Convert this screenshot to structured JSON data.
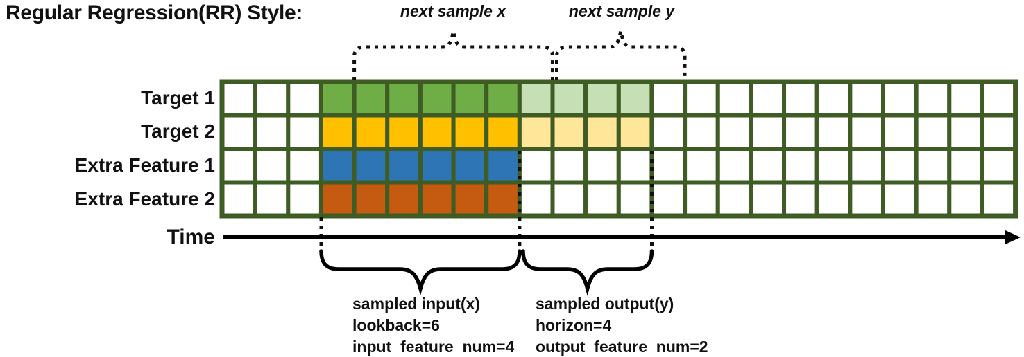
{
  "title": "Regular Regression(RR) Style:",
  "colors": {
    "grid_border": "#3E5C23",
    "empty_cell": "#FFFFFF",
    "target1_input": "#6FAD47",
    "target1_output": "#C6DFB4",
    "target2_input": "#FFC000",
    "target2_output": "#FFE699",
    "extra_feature1_input": "#2E75B6",
    "extra_feature2_input": "#C55A11",
    "annotation": "#111111"
  },
  "diagram": {
    "rows": [
      {
        "label": "Target 1",
        "input_color": "#6FAD47",
        "output_color": "#C6DFB4"
      },
      {
        "label": "Target 2",
        "input_color": "#FFC000",
        "output_color": "#FFE699"
      },
      {
        "label": "Extra Feature 1",
        "input_color": "#2E75B6",
        "output_color": null
      },
      {
        "label": "Extra Feature 2",
        "input_color": "#C55A11",
        "output_color": null
      }
    ],
    "timeline": {
      "total_steps": 24,
      "lead_empty_steps": 3,
      "lookback": 6,
      "horizon": 4
    },
    "time_axis_label": "Time",
    "annotations": {
      "next_sample_x": "next sample x",
      "next_sample_y": "next sample y",
      "sampled_input": {
        "lines": [
          "sampled input(x)",
          "lookback=6",
          "input_feature_num=4"
        ]
      },
      "sampled_output": {
        "lines": [
          "sampled output(y)",
          "horizon=4",
          "output_feature_num=2"
        ]
      }
    }
  }
}
